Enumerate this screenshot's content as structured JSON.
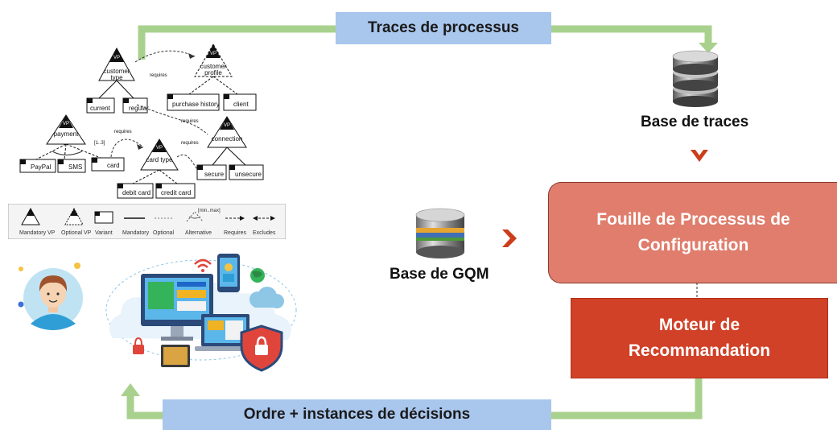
{
  "top_label": "Traces de processus",
  "bottom_label": "Ordre + instances de décisions",
  "base_traces": "Base de traces",
  "base_gqm": "Base de GQM",
  "fouille": [
    "Fouille de Processus de",
    "Configuration"
  ],
  "moteur": [
    "Moteur de",
    "Recommandation"
  ],
  "feature_model": {
    "vp": "VP",
    "v": "V",
    "customer_type": [
      "customer",
      "type"
    ],
    "customer_profile": [
      "customer",
      "profile"
    ],
    "payment": "payment",
    "card_type": "card type",
    "connection": "connection",
    "current": "current",
    "regular": "regular",
    "purchase_history": "purchase history",
    "client": "client",
    "paypal": "PayPal",
    "sms": "SMS",
    "card": "card",
    "debit_card": "debit card",
    "credit_card": "credit card",
    "secure": "secure",
    "unsecure": "unsecure",
    "requires": "requires",
    "cardinality": "[1..3]"
  },
  "legend": {
    "mandatory_vp": "Mandatory VP",
    "optional_vp": "Optional VP",
    "variant": "Variant",
    "mandatory": "Mandatory",
    "optional": "Optional",
    "alternative": "Alternative",
    "alt_range": "[min..max]",
    "requires": "Requires",
    "excludes": "Excludes"
  },
  "colors": {
    "arrow_green": "#a9d18e",
    "label_blue": "#a9c6ec",
    "fouille_fill": "#e07d6c",
    "moteur_fill": "#d04127",
    "chevron": "#cc3d1c"
  }
}
